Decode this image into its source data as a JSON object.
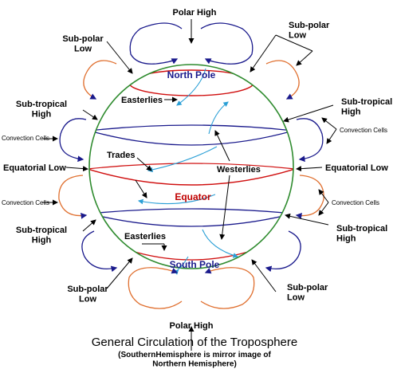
{
  "labels": {
    "polar_high_top": "Polar High",
    "polar_high_bottom": "Polar High",
    "sub_polar_low_nw": "Sub-polar\nLow",
    "sub_polar_low_ne": "Sub-polar\nLow",
    "sub_polar_low_sw": "Sub-polar\nLow",
    "sub_polar_low_se": "Sub-polar\nLow",
    "sub_tropical_high_nw": "Sub-tropical\nHigh",
    "sub_tropical_high_ne": "Sub-tropical\nHigh",
    "sub_tropical_high_sw": "Sub-tropical\nHigh",
    "sub_tropical_high_se": "Sub-tropical\nHigh",
    "equatorial_low_left": "Equatorial Low",
    "equatorial_low_right": "Equatorial Low",
    "convection_cells_ul": "Convection Cells",
    "convection_cells_ll": "Convection Cells",
    "convection_cells_ur": "Convection Cells",
    "convection_cells_lr": "Convection Cells",
    "north_pole": "North Pole",
    "south_pole": "South Pole",
    "equator": "Equator",
    "easterlies_north": "Easterlies",
    "easterlies_south": "Easterlies",
    "trades": "Trades",
    "westerlies": "Westerlies"
  },
  "title": "General Circulation of the Troposphere",
  "subtitle": "(SouthernHemisphere is mirror image of\nNorthern Hemisphere)",
  "colors": {
    "globe_outline": "#2e8b2e",
    "equator": "#d01010",
    "latitude_line": "#1a1a8c",
    "polar_cell": "#1a1a8c",
    "ferrel_cell": "#e07030",
    "wind": "#2a9fd6"
  }
}
